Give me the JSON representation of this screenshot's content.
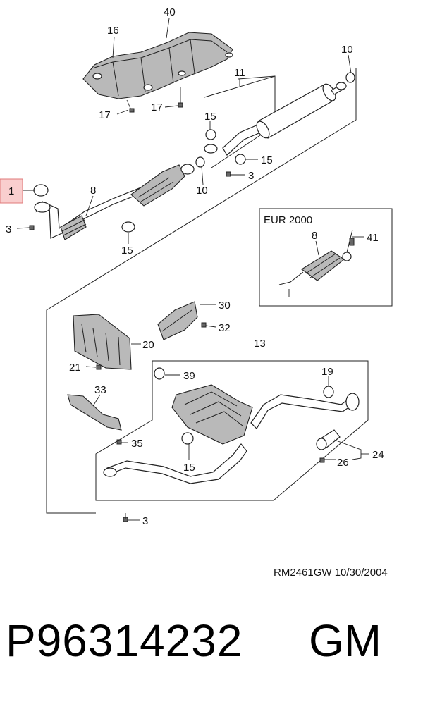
{
  "diagram": {
    "highlight_color": "#f4a6a6",
    "callouts": {
      "c40": "40",
      "c16": "16",
      "c17a": "17",
      "c17b": "17",
      "c10a": "10",
      "c11": "11",
      "c15a": "15",
      "c15b": "15",
      "c3a": "3",
      "c1": "1",
      "c8": "8",
      "c10b": "10",
      "c3b": "3",
      "c15c": "15",
      "c30": "30",
      "c32": "32",
      "c20": "20",
      "c21": "21",
      "c13": "13",
      "c33": "33",
      "c35": "35",
      "c39": "39",
      "c19": "19",
      "c15d": "15",
      "c24": "24",
      "c26": "26",
      "c3c": "3"
    },
    "inset": {
      "title": "EUR 2000",
      "c8": "8",
      "c41": "41"
    }
  },
  "footer": {
    "reference": "RM2461GW  10/30/2004",
    "part_number": "P96314232",
    "brand": "GM"
  }
}
